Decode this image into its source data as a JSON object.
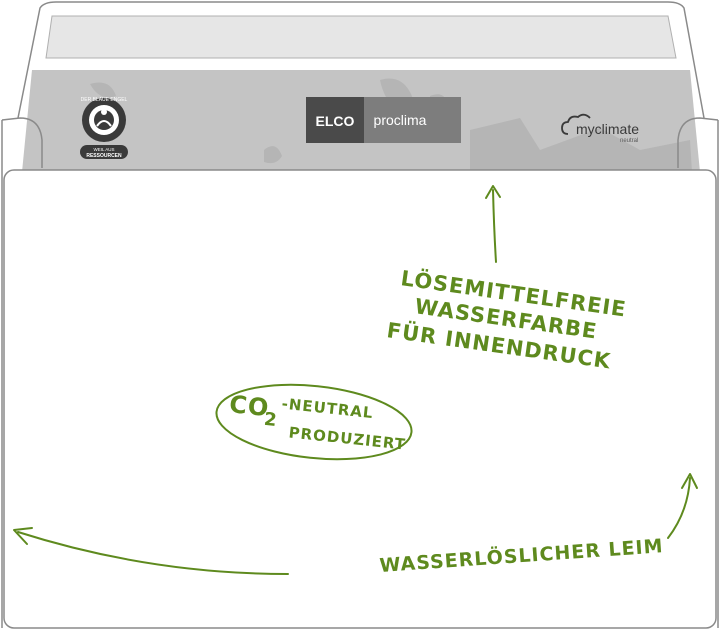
{
  "colors": {
    "ink_green": "#5e8a1e",
    "band_gray": "#c4c4c4",
    "dark_box": "#4a4a4a",
    "mid_box": "#7d7d7d"
  },
  "brand": {
    "elco": "ELCO",
    "proclima": "proclima"
  },
  "myclimate": {
    "name": "myclimate",
    "sub": "neutral"
  },
  "blue_angel": {
    "top": "DER BLAUE ENGEL",
    "bottom_1": "WEIL AUS",
    "bottom_2": "RESSOURCEN"
  },
  "annotations": {
    "ink_line_1": "LÖSEMITTELFREIE",
    "ink_line_2": "WASSERFARBE",
    "ink_line_3": "FÜR INNENDRUCK",
    "co2_main": "CO",
    "co2_sub": "2",
    "co2_line_1": "-NEUTRAL",
    "co2_line_2": "PRODUZIERT",
    "glue": "WASSERLÖSLICHER LEIM"
  },
  "icons": [
    "blue-angel-logo-icon",
    "myclimate-cloud-icon",
    "arrow-icon"
  ]
}
